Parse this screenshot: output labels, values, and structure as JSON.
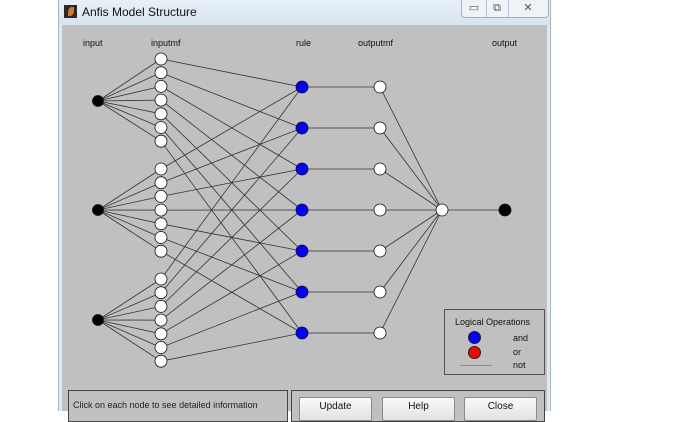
{
  "window": {
    "title": "Anfis Model Structure",
    "controls": {
      "minimize": "▭",
      "maximize": "⧉",
      "close": "✕"
    }
  },
  "columns": {
    "input": "input",
    "inputmf": "inputmf",
    "rule": "rule",
    "outputmf": "outputmf",
    "output": "output"
  },
  "network": {
    "input_count": 3,
    "mf_per_input": 7,
    "rule_count": 7,
    "outputmf_count": 7,
    "output_count": 1,
    "rule_operation": "and",
    "colors": {
      "input_node": "#000000",
      "mf_node": "#ffffff",
      "rule_and": "#0000ff",
      "rule_or": "#ff0000",
      "not_line": "#2ecc40",
      "edge": "#333333",
      "background": "#c0c0c0"
    }
  },
  "legend": {
    "title": "Logical Operations",
    "items": [
      {
        "label": "and",
        "color": "#0000ff",
        "type": "dot"
      },
      {
        "label": "or",
        "color": "#ff0000",
        "type": "dot"
      },
      {
        "label": "not",
        "color": "#2ecc40",
        "type": "line"
      }
    ]
  },
  "status": {
    "text": "Click on each node to see detailed information"
  },
  "buttons": {
    "update": "Update",
    "help": "Help",
    "close": "Close"
  }
}
